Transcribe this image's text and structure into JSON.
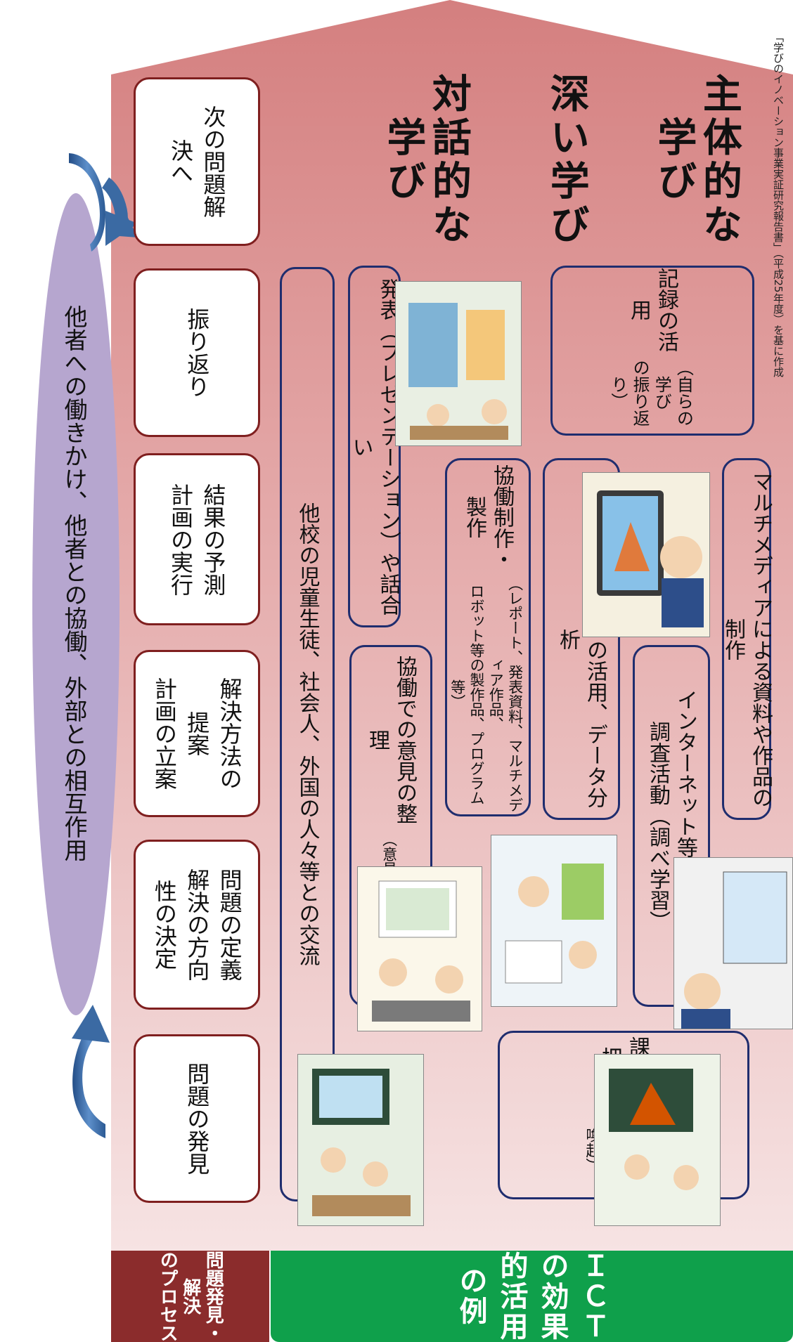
{
  "cycle": {
    "label": "他者への働きかけ、他者との協働、外部との相互作用"
  },
  "process_steps": [
    "問題の発見",
    "問題の定義\n解決の方向\n性の決定",
    "解決方法の\n提案\n計画の立案",
    "結果の予測\n計画の実行",
    "振り返り",
    "次の問題解\n決へ"
  ],
  "learning_types": {
    "dialogic": "対話的な\n学び",
    "deep": "深い学び",
    "proactive": "主体的な\n学び"
  },
  "ict_examples": {
    "exchange": "他校の児童生徒、社会人、外国の人々等との交流",
    "presentation": "発表（プレゼンテーション）や話合い",
    "records": {
      "title": "記録の活用",
      "sub": "（自らの学び\nの振り返り）"
    },
    "organize": {
      "title": "協働での意見の整理",
      "sub": "（意見の共有、比較検討）"
    },
    "coproduce": {
      "title": "協働制作・製作",
      "sub": "（レポート、発表資料、マルチメディア作品、\nロボット等の製作品、プログラム等）"
    },
    "simulation": "シミュレーションの活用、データ分析",
    "multimedia": "マルチメディアによる資料や作品の制作",
    "research": {
      "title": "インターネット等を活用した\n調査活動（調べ学習）"
    },
    "issue": {
      "title": "課題の把握",
      "sub": "（情報の提示による\n興味・関心の喚起）"
    }
  },
  "left_labels": {
    "process": "問題発見・解決\nのプロセス",
    "ict": "ＩＣＴの効果的活用の例"
  },
  "source_note": "「学びのイノベーション事業実証研究報告書」（平成25年度）を基に作成",
  "colors": {
    "house_top": "#d88a88",
    "house_bottom": "#f3dcdc",
    "process_label": "#8b2c2c",
    "ict_label": "#0fa04b",
    "box_border": "#1f2d6e",
    "step_border": "#7f1f1f",
    "cycle_ellipse": "#b3a4cc",
    "arrow": "#3b6aa3"
  }
}
